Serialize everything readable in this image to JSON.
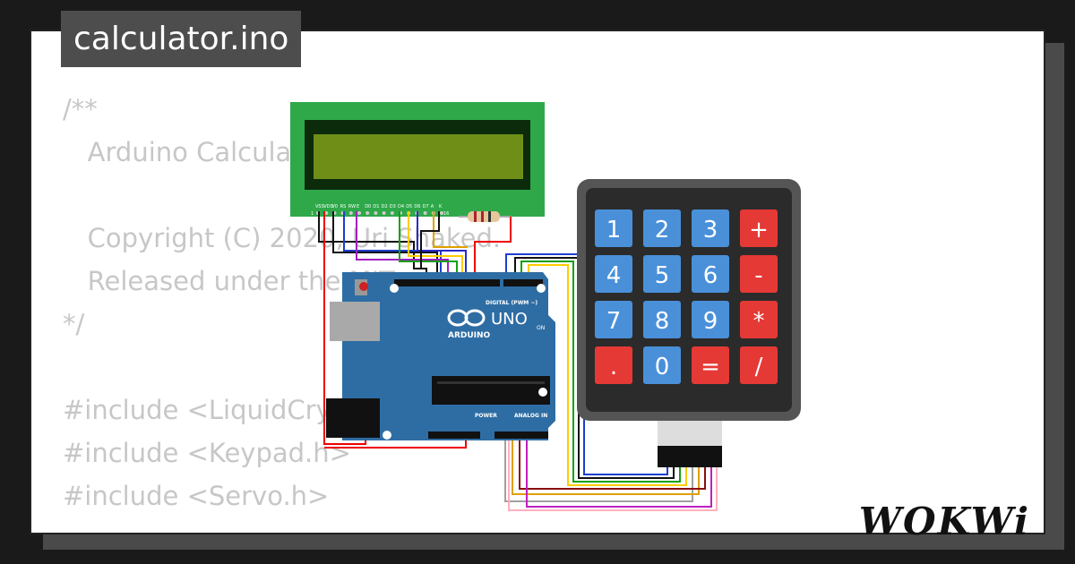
{
  "file": {
    "title": "calculator.ino"
  },
  "code_lines": [
    "/**",
    "   Arduino Calculator",
    "",
    "   Copyright (C) 2020, Uri Shaked.",
    "   Released under the MIT",
    "*/",
    "",
    "#include <LiquidCrystal.h>",
    "#include <Keypad.h>",
    "#include <Servo.h>"
  ],
  "brand": {
    "logo": "WOKWi"
  },
  "board": {
    "model": "UNO",
    "brand": "ARDUINO",
    "digital_label": "DIGITAL (PWM ~)",
    "power_label": "POWER",
    "analog_label": "ANALOG IN",
    "on_label": "ON"
  },
  "lcd": {
    "pin_labels": [
      "VSS",
      "VDD",
      "V0",
      "RS",
      "RW",
      "E",
      "D0",
      "D1",
      "D2",
      "D3",
      "D4",
      "D5",
      "D6",
      "D7",
      "A",
      "K"
    ]
  },
  "keypad": {
    "keys": [
      [
        "1",
        "2",
        "3",
        "+"
      ],
      [
        "4",
        "5",
        "6",
        "-"
      ],
      [
        "7",
        "8",
        "9",
        "*"
      ],
      [
        ".",
        "0",
        "=",
        "/"
      ]
    ]
  },
  "colors": {
    "key_blue": "#4a90d9",
    "key_red": "#e53935",
    "board_blue": "#2e6da4",
    "lcd_green": "#2fa84a",
    "lcd_screen": "#6f8e18"
  }
}
